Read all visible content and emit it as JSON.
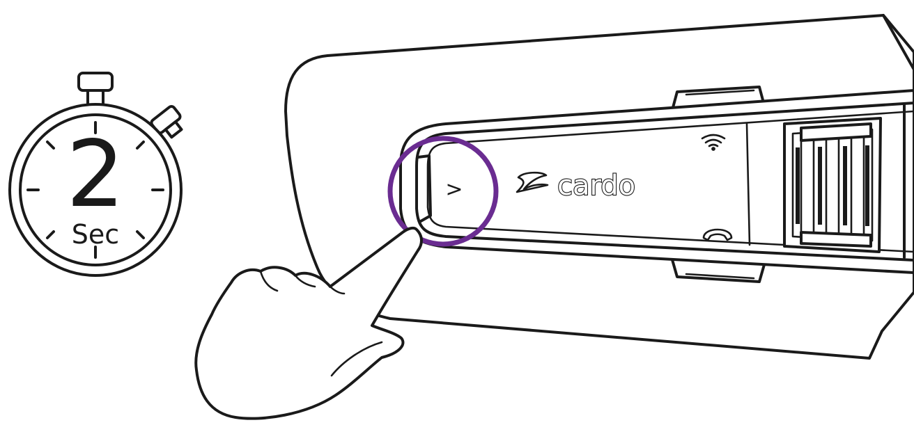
{
  "timer": {
    "digit": "2",
    "unit": "Sec"
  },
  "device": {
    "brand": "cardo",
    "button_symbol": ">",
    "wifi_icon": "wireless-signal-icon",
    "phone_icon": "phone-icon"
  },
  "highlight": {
    "color": "#6a2c91"
  }
}
